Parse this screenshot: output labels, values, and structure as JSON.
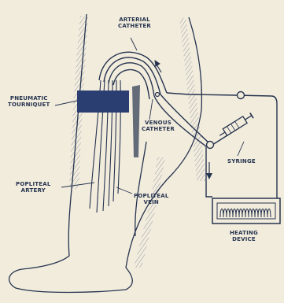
{
  "colors": {
    "ink": "#26344f",
    "tourniquet": "#2a3e72",
    "paper": "#f2ecdd",
    "hatch": "#7d8597"
  },
  "labels": {
    "arterial_catheter": [
      "ARTERIAL",
      "CATHETER"
    ],
    "pneumatic_tourniquet": [
      "PNEUMATIC",
      "TOURNIQUET"
    ],
    "venous_catheter": [
      "VENOUS",
      "CATHETER"
    ],
    "syringe": "SYRINGE",
    "popliteal_artery": [
      "POPLITEAL",
      "ARTERY"
    ],
    "popliteal_vein": [
      "POPLITEAL",
      "VEIN"
    ],
    "heating_device": [
      "HEATING",
      "DEVICE"
    ]
  }
}
